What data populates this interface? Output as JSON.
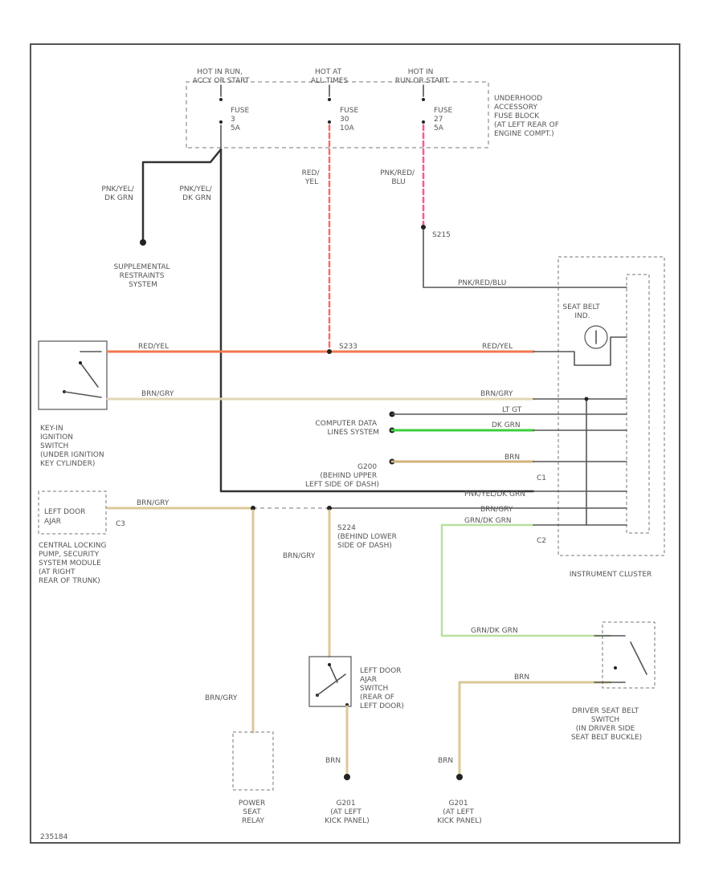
{
  "fuse_block": {
    "hot1": [
      "HOT IN RUN,",
      "ACCY OR START"
    ],
    "hot2": [
      "HOT AT",
      "ALL TIMES"
    ],
    "hot3": [
      "HOT IN",
      "RUN OR START"
    ],
    "fuse1": [
      "FUSE",
      "3",
      "5A"
    ],
    "fuse2": [
      "FUSE",
      "30",
      "10A"
    ],
    "fuse3": [
      "FUSE",
      "27",
      "5A"
    ],
    "label": [
      "UNDERHOOD",
      "ACCESSORY",
      "FUSE BLOCK",
      "(AT LEFT REAR OF",
      "ENGINE COMPT.)"
    ]
  },
  "wires": {
    "pnk_yel_dkgrn_a": [
      "PNK/YEL/",
      "DK GRN"
    ],
    "pnk_yel_dkgrn_b": [
      "PNK/YEL/",
      "DK GRN"
    ],
    "red_yel": [
      "RED/",
      "YEL"
    ],
    "pnk_red_blu": [
      "PNK/RED/",
      "BLU"
    ],
    "s215": "S215",
    "pnk_red_blu_h": "PNK/RED/BLU",
    "red_yel_left": "RED/YEL",
    "s233": "S233",
    "red_yel_right": "RED/YEL",
    "brn_gry_left": "BRN/GRY",
    "brn_gry_right": "BRN/GRY",
    "lt_gt": "LT GT",
    "dk_grn": "DK GRN",
    "brn": "BRN",
    "g200": [
      "G200",
      "(BEHIND UPPER",
      "LEFT SIDE OF DASH)"
    ],
    "pnk_yel_dkgrn_h": "PNK/YEL/DK GRN",
    "brn_gry_mid": "BRN/GRY",
    "brn_gry_cluster": "BRN/GRY",
    "grn_dkgrn_1": "GRN/DK GRN",
    "grn_dkgrn_2": "GRN/DK GRN",
    "brn_lower": "BRN",
    "s224": [
      "S224",
      "(BEHIND LOWER",
      "SIDE OF DASH)"
    ],
    "brn_gry_v": "BRN/GRY",
    "brn_gry_v2": "BRN/GRY",
    "brn_v1": "BRN",
    "brn_v2": "BRN"
  },
  "components": {
    "srs": [
      "SUPPLEMENTAL",
      "RESTRAINTS",
      "SYSTEM"
    ],
    "key_switch": [
      "KEY-IN",
      "IGNITION",
      "SWITCH",
      "(UNDER IGNITION",
      "KEY CYLINDER)"
    ],
    "left_door_ajar": [
      "LEFT DOOR",
      "AJAR"
    ],
    "central_locking": [
      "CENTRAL LOCKING",
      "PUMP, SECURITY",
      "SYSTEM MODULE",
      "(AT RIGHT",
      "REAR OF TRUNK)"
    ],
    "computer_data": [
      "COMPUTER DATA",
      "LINES SYSTEM"
    ],
    "seat_belt": [
      "SEAT BELT",
      "IND."
    ],
    "instrument_cluster": "INSTRUMENT CLUSTER",
    "left_door_switch": [
      "LEFT DOOR",
      "AJAR",
      "SWITCH",
      "(REAR OF",
      "LEFT DOOR)"
    ],
    "driver_seat_belt": [
      "DRIVER SEAT BELT",
      "SWITCH",
      "(IN DRIVER SIDE",
      "SEAT BELT BUCKLE)"
    ],
    "power_seat_relay": [
      "POWER",
      "SEAT",
      "RELAY"
    ],
    "g201a": [
      "G201",
      "(AT LEFT",
      "KICK PANEL)"
    ],
    "g201b": [
      "G201",
      "(AT LEFT",
      "KICK PANEL)"
    ],
    "c3": "C3",
    "c1": "C1",
    "c2": "C2"
  },
  "footer": {
    "code": "235184"
  }
}
